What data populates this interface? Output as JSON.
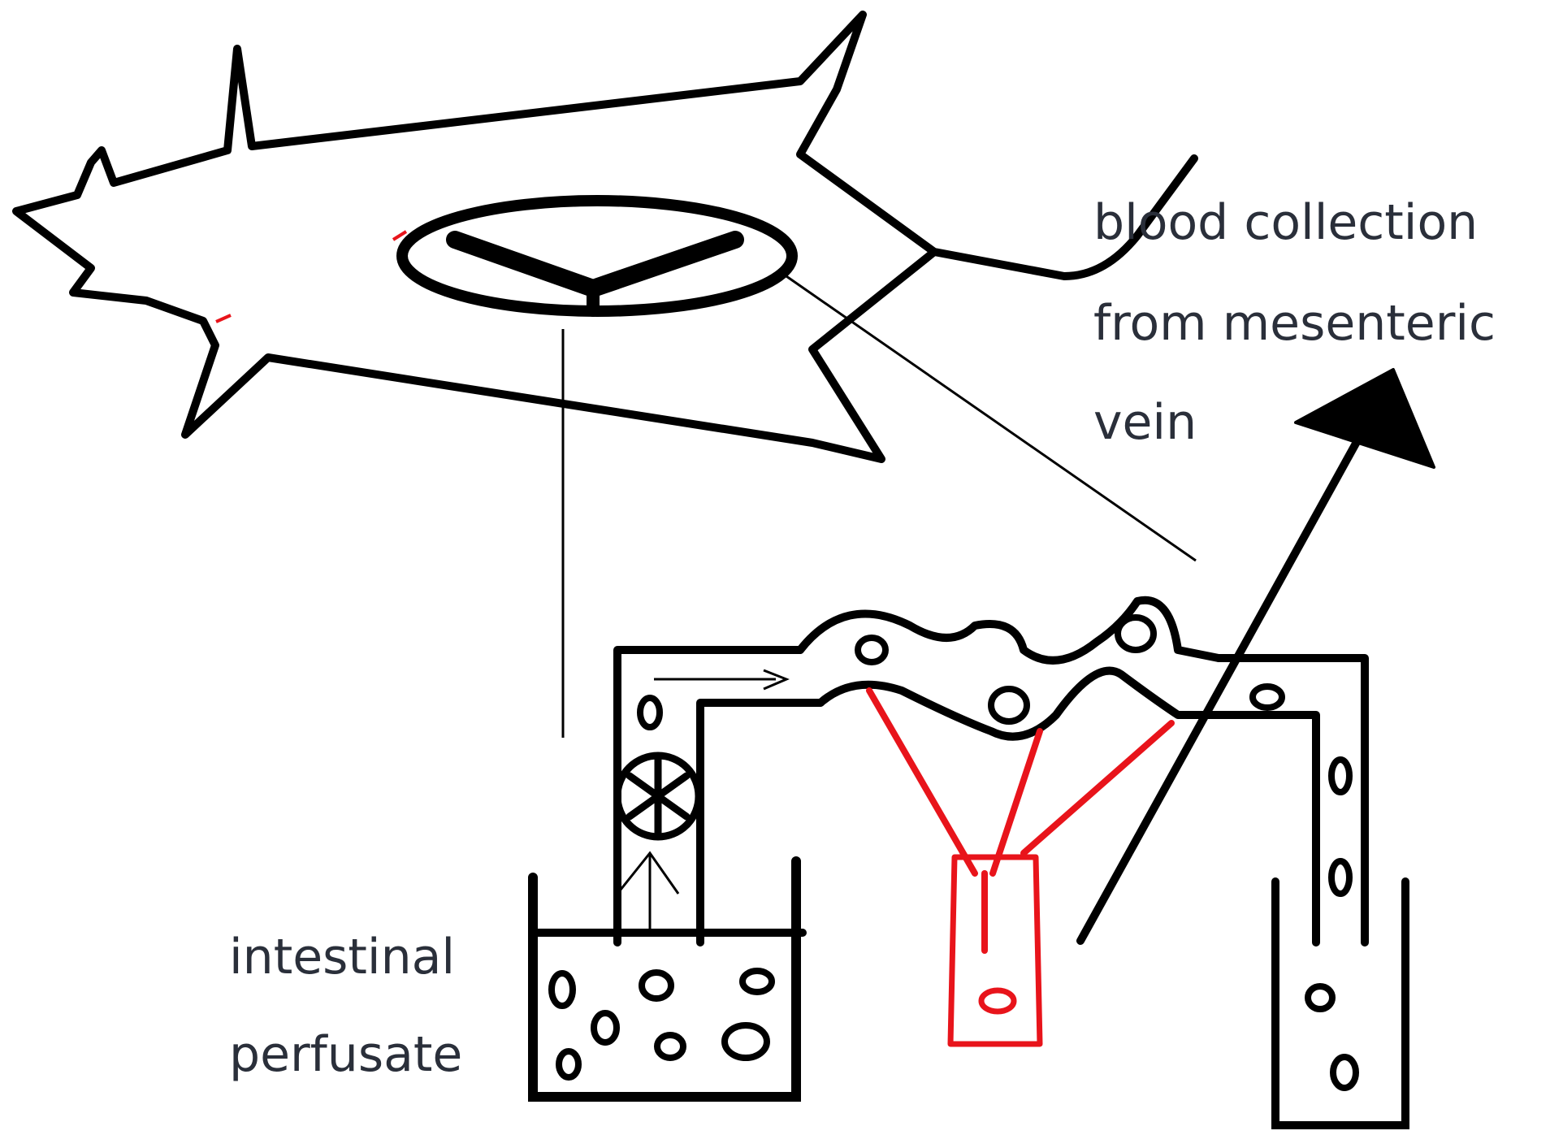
{
  "labels": {
    "blood_collection": [
      "blood collection",
      "from mesenteric",
      "vein"
    ],
    "intestinal_perfusate": [
      "intestinal",
      "perfusate"
    ]
  },
  "colors": {
    "ink": "#000000",
    "sampling": "#e8141b",
    "text": "#2a2f3a"
  },
  "icons": {
    "rat": "rat-outline-icon",
    "pump": "peristaltic-pump-icon",
    "arrow": "upward-arrow-icon"
  }
}
